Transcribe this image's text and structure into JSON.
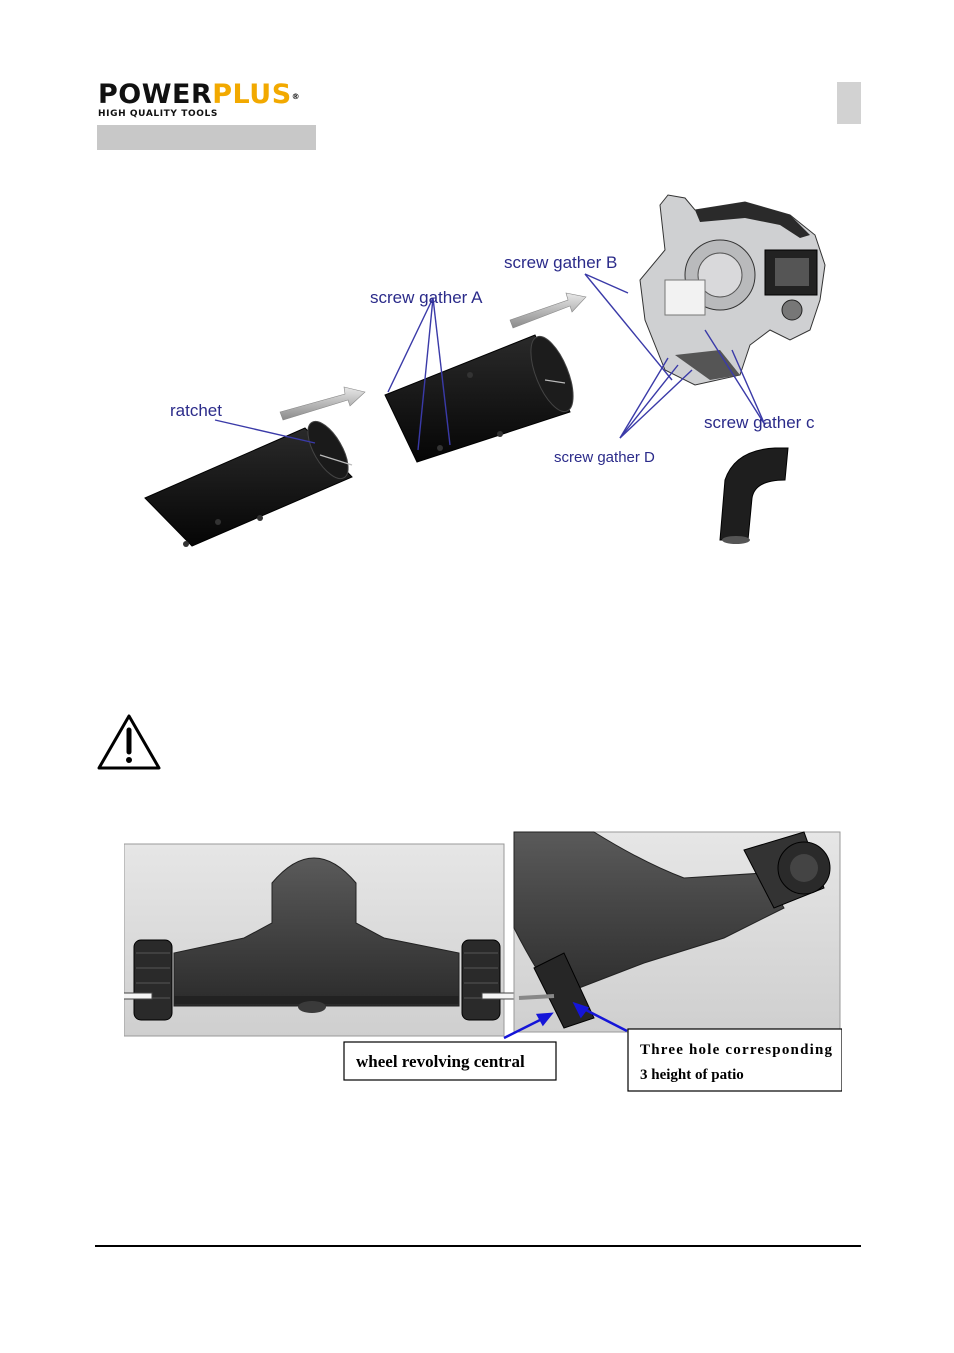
{
  "header": {
    "logo_word_dark": "POWER",
    "logo_word_accent": "PLUS",
    "logo_reg": "®",
    "logo_tagline": "HIGH QUALITY TOOLS",
    "brand_colors": {
      "accent": "#f2a900",
      "dark": "#111111"
    }
  },
  "assembly_diagram": {
    "labels": {
      "ratchet": "ratchet",
      "screw_a": "screw gather A",
      "screw_b": "screw gather B",
      "screw_c": "screw gather c",
      "screw_d": "screw gather D"
    }
  },
  "warning": {
    "icon": "warning-triangle-icon"
  },
  "wheel_photo": {
    "callout_left": "wheel revolving central",
    "callout_right_line1": "Three hole corresponding",
    "callout_right_line2": "3 height of patio"
  }
}
